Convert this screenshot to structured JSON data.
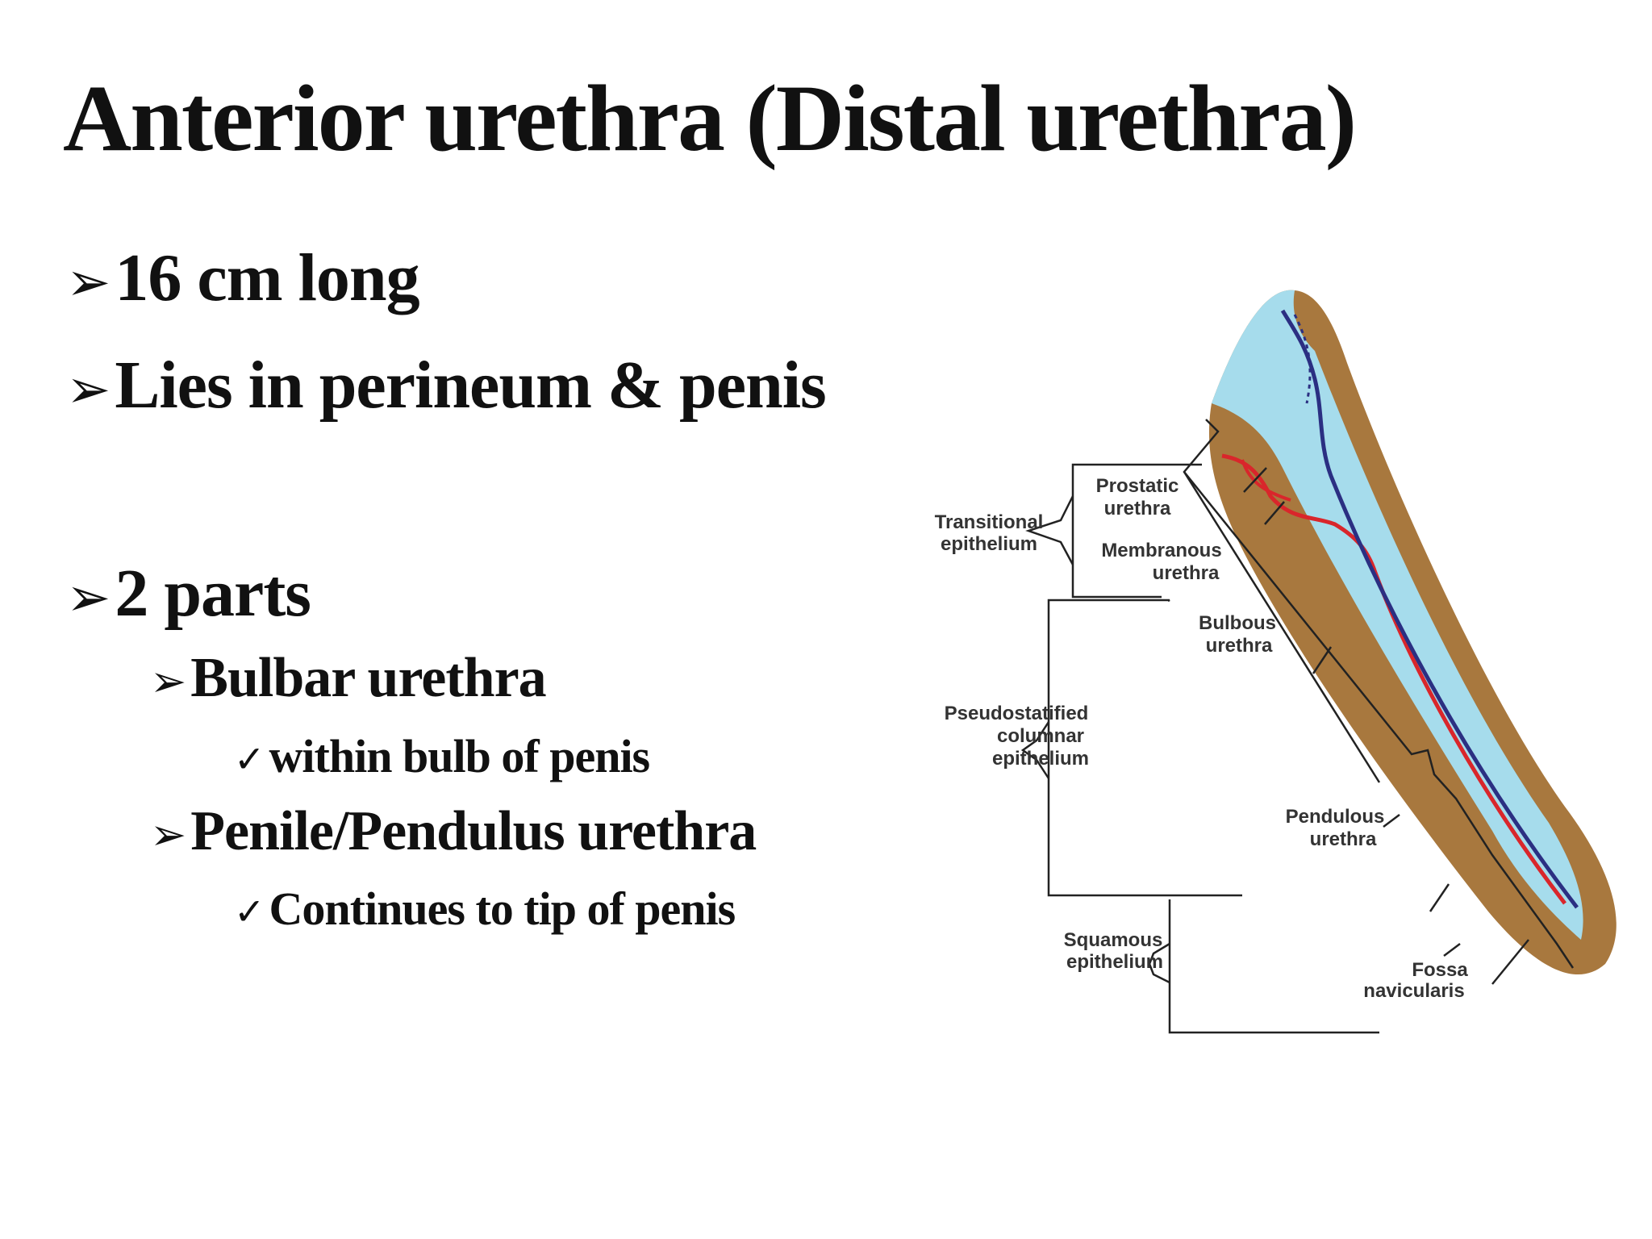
{
  "slide": {
    "title": "Anterior urethra (Distal urethra)",
    "bullets": [
      {
        "level": 1,
        "marker": "arrowhead",
        "text": "16 cm long"
      },
      {
        "level": 1,
        "marker": "arrowhead",
        "text": "Lies in perineum & penis"
      },
      {
        "level": 1,
        "marker": "arrowhead",
        "text": "2 parts"
      },
      {
        "level": 2,
        "marker": "arrowhead",
        "text": "Bulbar urethra"
      },
      {
        "level": 3,
        "marker": "checkmark",
        "text": "within bulb of penis"
      },
      {
        "level": 2,
        "marker": "arrowhead",
        "text": "Penile/Pendulus urethra"
      },
      {
        "level": 3,
        "marker": "checkmark",
        "text": "Continues to tip of penis"
      }
    ]
  },
  "icons": {
    "arrowhead": "➢",
    "checkmark": "✓"
  },
  "diagram": {
    "labels": {
      "transitional_1": "Transitional",
      "transitional_2": "epithelium",
      "prostatic_1": "Prostatic",
      "prostatic_2": "urethra",
      "membranous_1": "Membranous",
      "membranous_2": "urethra",
      "bulbous_1": "Bulbous",
      "bulbous_2": "urethra",
      "pseudo_1": "Pseudostatified",
      "pseudo_2": "columnar",
      "pseudo_3": "epithelium",
      "pendulous_1": "Pendulous",
      "pendulous_2": "urethra",
      "squamous_1": "Squamous",
      "squamous_2": "epithelium",
      "fossa_1": "Fossa",
      "fossa_2": "navicularis"
    },
    "colors": {
      "tissue": "#a8783e",
      "lumen": "#a6dcec",
      "artery": "#d9262b",
      "vein": "#2b2f82",
      "lines": "#222222"
    }
  }
}
